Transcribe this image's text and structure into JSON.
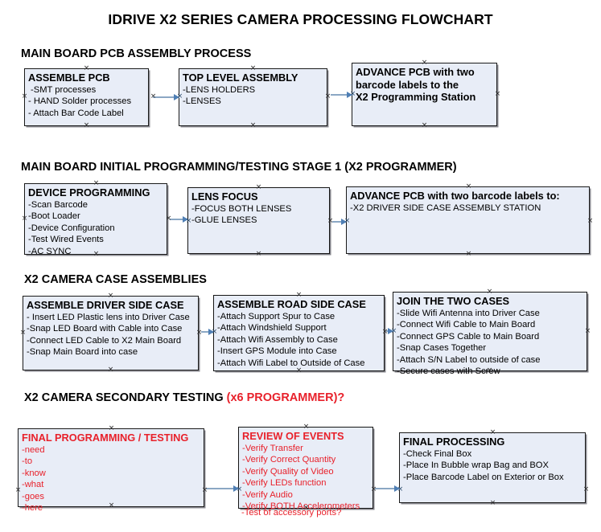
{
  "document": {
    "title": "IDRIVE X2  SERIES CAMERA PROCESSING FLOWCHART"
  },
  "sections": [
    {
      "id": "main-board-pcb-assembly",
      "heading": "MAIN BOARD PCB ASSEMBLY PROCESS",
      "heading_red": "",
      "boxes": [
        {
          "id": "assemble-pcb",
          "title": "ASSEMBLE PCB",
          "lines": [
            "-SMT processes",
            "- HAND Solder processes",
            "- Attach Bar Code Label"
          ]
        },
        {
          "id": "top-level-assembly",
          "title": "TOP LEVEL ASSEMBLY",
          "lines": [
            "-LENS HOLDERS",
            "-LENSES"
          ]
        },
        {
          "id": "advance-pcb-programming-station",
          "title": "ADVANCE PCB with two",
          "title_lines": [
            "ADVANCE PCB with two",
            "barcode labels to the",
            " X2 Programming Station"
          ],
          "lines": []
        }
      ]
    },
    {
      "id": "main-board-initial-programming",
      "heading": "MAIN BOARD INITIAL PROGRAMMING/TESTING STAGE 1 (X2 PROGRAMMER)",
      "heading_red": "",
      "boxes": [
        {
          "id": "device-programming",
          "title": "DEVICE PROGRAMMING",
          "lines": [
            "-Scan Barcode",
            "-Boot Loader",
            "-Device Configuration",
            "-Test Wired Events",
            "-AC SYNC"
          ]
        },
        {
          "id": "lens-focus",
          "title": "LENS FOCUS",
          "lines": [
            "-FOCUS BOTH LENSES",
            "-GLUE LENSES"
          ]
        },
        {
          "id": "advance-pcb-driver-side-case",
          "title": "ADVANCE PCB with two barcode labels to:",
          "lines": [
            "-X2 DRIVER  SIDE  CASE  ASSEMBLY STATION"
          ]
        }
      ]
    },
    {
      "id": "x2-camera-case-assemblies",
      "heading": "X2 CAMERA CASE ASSEMBLIES",
      "heading_red": "",
      "boxes": [
        {
          "id": "assemble-driver-side-case",
          "title": "ASSEMBLE DRIVER SIDE CASE",
          "lines": [
            "- Insert LED Plastic lens into Driver Case",
            "-Snap LED Board with Cable into Case",
            "-Connect LED Cable to X2 Main Board",
            "-Snap Main Board into case"
          ]
        },
        {
          "id": "assemble-road-side-case",
          "title": "ASSEMBLE ROAD SIDE CASE",
          "lines": [
            "-Attach Support Spur to Case",
            "-Attach Windshield Support",
            "-Attach Wifi Assembly to Case",
            "-Insert GPS Module into Case",
            "-Attach Wifi Label to Outside of Case"
          ]
        },
        {
          "id": "join-the-two-cases",
          "title": "JOIN THE TWO CASES",
          "lines": [
            "-Slide Wifi Antenna into Driver Case",
            "-Connect Wifi Cable to Main Board",
            "-Connect GPS Cable to Main Board",
            "-Snap Cases Together",
            "-Attach S/N Label to outside of case",
            "-Secure cases with Screw"
          ]
        }
      ]
    },
    {
      "id": "x2-camera-secondary-testing",
      "heading": "X2 CAMERA SECONDARY TESTING ",
      "heading_red": "(x6 PROGRAMMER)?",
      "boxes": [
        {
          "id": "final-programming-testing",
          "title": "FINAL PROGRAMMING / TESTING",
          "lines": [
            "-need",
            "-to",
            "-know",
            "-what",
            "-goes",
            "-here"
          ]
        },
        {
          "id": "review-of-events",
          "title": "REVIEW OF EVENTS",
          "lines": [
            "-Verify Transfer",
            "-Verify Correct Quantity",
            "-Verify Quality of Video",
            "-Verify LEDs function",
            "-Verify Audio",
            "-Verify BOTH Accelerometers"
          ],
          "overflow_line": "-Test of accessory ports?"
        },
        {
          "id": "final-processing",
          "title": "FINAL PROCESSING",
          "lines": [
            " -Check Final Box",
            "-Place In Bubble wrap Bag and BOX",
            "-Place Barcode Label on Exterior or Box"
          ]
        }
      ]
    }
  ],
  "colors": {
    "box_fill": "#e8edf7",
    "box_border": "#1a1a1a",
    "connector": "#8ba7c4",
    "arrow": "#4f7fb5",
    "red_text": "#e8212b",
    "black_text": "#000000"
  }
}
